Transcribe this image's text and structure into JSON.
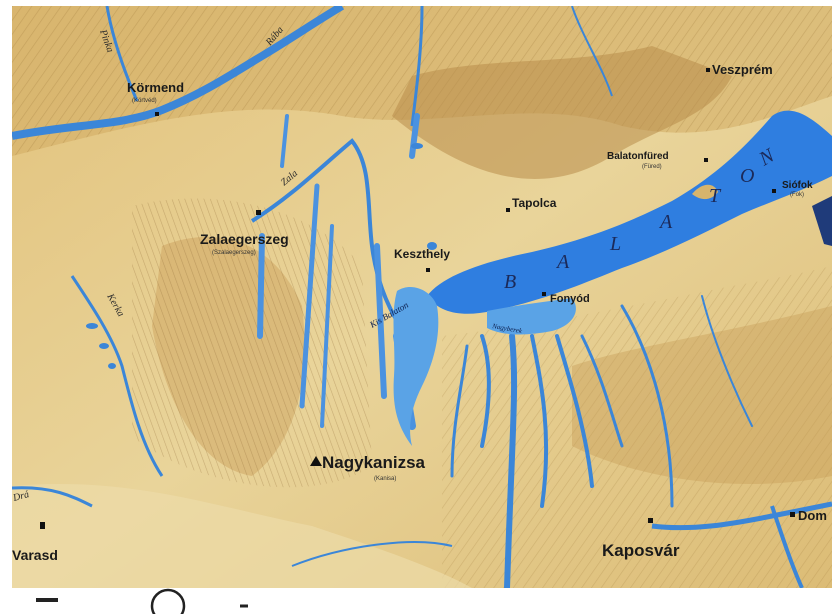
{
  "map": {
    "colors": {
      "terrain_light": "#e9d59a",
      "terrain_mid": "#d7b46c",
      "terrain_dark": "#b38a45",
      "hillshade": "#8d6a33",
      "water": "#2f7ee0",
      "water_river": "#3b86d8",
      "marsh": "#5aa3e6",
      "arrow": "#1f3b7a"
    },
    "cities": [
      {
        "name": "Veszprém",
        "sub": ""
      },
      {
        "name": "Körmend",
        "sub": "(Körtvéd)"
      },
      {
        "name": "Balatonfüred",
        "sub": "(Füred)"
      },
      {
        "name": "Siófok",
        "sub": "(Fok)"
      },
      {
        "name": "Tapolca",
        "sub": ""
      },
      {
        "name": "Zalaegerszeg",
        "sub": "(Szalaegerszeg)"
      },
      {
        "name": "Keszthely",
        "sub": ""
      },
      {
        "name": "Fonyód",
        "sub": ""
      },
      {
        "name": "Nagykanizsa",
        "sub": "(Kanisa)"
      },
      {
        "name": "Kaposvár",
        "sub": ""
      },
      {
        "name": "Varasd",
        "sub": ""
      },
      {
        "name": "Dom",
        "sub": ""
      }
    ],
    "rivers": [
      "Rába",
      "Pinka",
      "Zala",
      "Kerka",
      "Kis Balaton",
      "Nagyberek",
      "Drá"
    ],
    "lake": {
      "name_letters": [
        "B",
        "A",
        "L",
        "A",
        "T",
        "O",
        "N"
      ]
    }
  }
}
